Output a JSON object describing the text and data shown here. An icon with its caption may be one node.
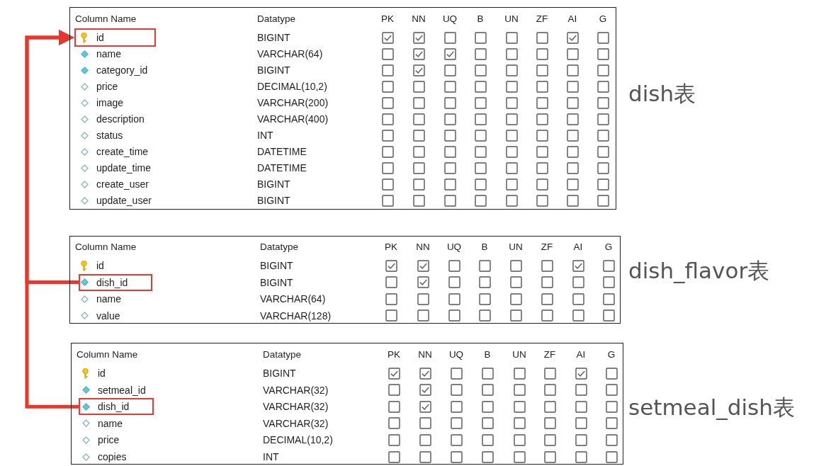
{
  "diagram": {
    "nodes": [
      {
        "text": [
          "Column Name",
          "Datatype",
          "PK",
          "NN",
          "UQ",
          "B",
          "UN",
          "ZF",
          "AI",
          "G",
          "BIGINT",
          "name",
          "VARCHAR(64)",
          "category_id",
          "BIGINT",
          "price",
          "DECIMAL(10,2)",
          "image",
          "VARCHAR(200)",
          "description",
          "VARCHAR(400)",
          "status",
          "INT",
          "create_time",
          "DATETIME",
          "update_time",
          "DATETIME",
          "create_user",
          "BIGINT",
          "update_user",
          "BIGINT"
        ],
        "beside": [
          "dish表"
        ]
      },
      {
        "text": [
          "id"
        ],
        "in": 0
      },
      {
        "text": [
          "Column Name",
          "Datatype",
          "PK",
          "NN",
          "UQ",
          "B",
          "UN",
          "ZF",
          "AI",
          "G",
          "id",
          "BIGINT",
          "BIGINT",
          "name",
          "VARCHAR(64)",
          "value",
          "VARCHAR(128)"
        ],
        "beside": [
          "dish_flavor表"
        ]
      },
      {
        "text": [
          "dish_id"
        ],
        "in": 2
      },
      {
        "text": [
          "Column Name",
          "Datatype",
          "PK",
          "NN",
          "UQ",
          "B",
          "UN",
          "ZF",
          "AI",
          "G",
          "id",
          "BIGINT",
          "setmeal_id",
          "VARCHAR(32)",
          "VARCHAR(32)",
          "name",
          "VARCHAR(32)",
          "price",
          "DECIMAL(10,2)",
          "copies",
          "INT"
        ],
        "beside": [
          "setmeal_dish表"
        ]
      },
      {
        "text": [
          "dish_id"
        ],
        "in": 4
      }
    ],
    "edges": [
      {
        "from": 3,
        "to": 1,
        "arrow": "to"
      },
      {
        "from": 5,
        "to": 1,
        "arrow": "to"
      }
    ]
  }
}
